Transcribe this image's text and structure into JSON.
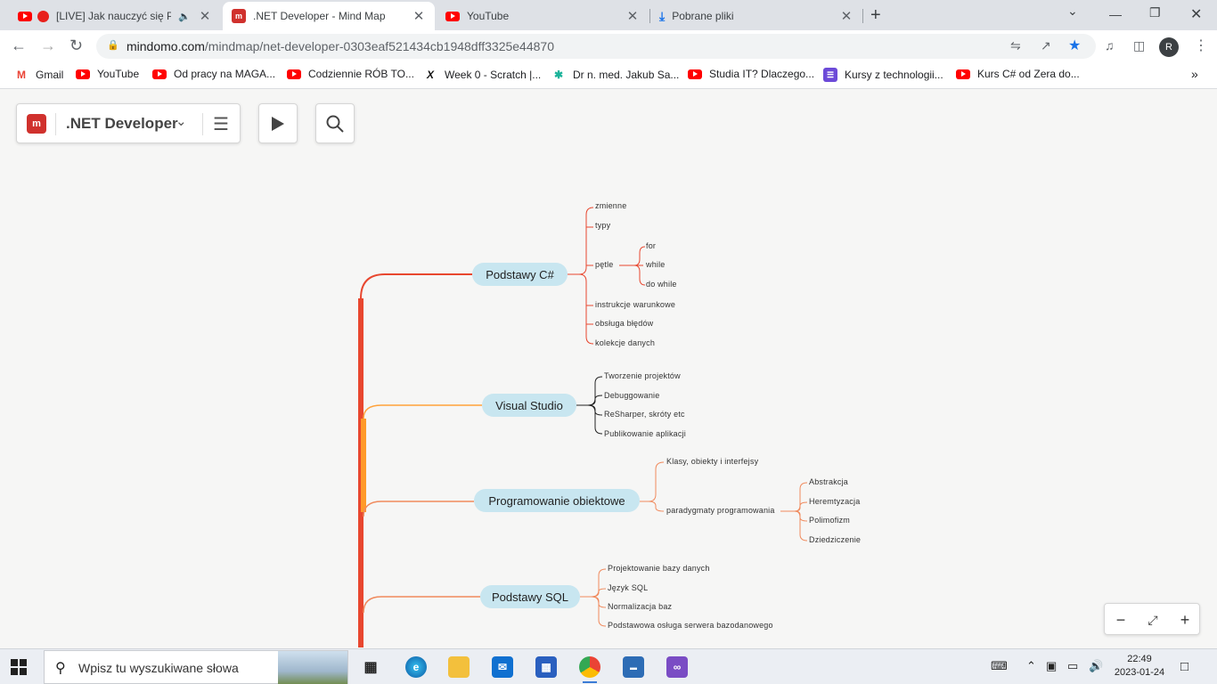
{
  "browser": {
    "tabs": [
      {
        "title": "[LIVE] Jak nauczyć się Pro",
        "icon": "youtube-icon",
        "active": false
      },
      {
        "title": ".NET Developer - Mind Map",
        "icon": "mindomo-icon",
        "active": true
      },
      {
        "title": "YouTube",
        "icon": "youtube-icon",
        "active": false
      },
      {
        "title": "Pobrane pliki",
        "icon": "download-icon",
        "active": false
      }
    ],
    "url_host": "mindomo.com",
    "url_path": "/mindmap/net-developer-0303eaf521434cb1948dff3325e44870",
    "profile_initial": "R",
    "bookmarks": [
      {
        "label": "Gmail",
        "icon": "gmail-icon"
      },
      {
        "label": "YouTube",
        "icon": "youtube-icon"
      },
      {
        "label": "Od pracy na MAGA...",
        "icon": "youtube-icon"
      },
      {
        "label": "Codziennie RÓB TO...",
        "icon": "youtube-icon"
      },
      {
        "label": "Week 0 - Scratch |...",
        "icon": "x-icon"
      },
      {
        "label": "Dr n. med. Jakub Sa...",
        "icon": "leaf-icon"
      },
      {
        "label": "Studia IT? Dlaczego...",
        "icon": "youtube-icon"
      },
      {
        "label": "Kursy z technologii...",
        "icon": "layers-icon"
      },
      {
        "label": "Kurs C# od Zera do...",
        "icon": "youtube-icon"
      }
    ]
  },
  "app": {
    "title": ".NET Developer"
  },
  "mindmap": {
    "topics": [
      {
        "label": "Podstawy C#",
        "color": "#e84a3a",
        "children": [
          "zmienne",
          "typy",
          "pętle",
          "instrukcje warunkowe",
          "obsługa błędów",
          "kolekcje danych"
        ],
        "loops": [
          "for",
          "while",
          "do while"
        ]
      },
      {
        "label": "Visual Studio",
        "color": "#222222",
        "children": [
          "Tworzenie projektów",
          "Debuggowanie",
          "ReSharper, skróty etc",
          "Publikowanie aplikacji"
        ]
      },
      {
        "label": "Programowanie obiektowe",
        "color": "#f08a5d",
        "children": [
          "Klasy, obiekty i interfejsy",
          "paradygmaty programowania"
        ],
        "paradigms": [
          "Abstrakcja",
          "Heremtyzacja",
          "Polimofizm",
          "Dziedziczenie"
        ]
      },
      {
        "label": "Podstawy SQL",
        "color": "#f08a5d",
        "children": [
          "Projektowanie bazy danych",
          "Język SQL",
          "Normalizacja baz",
          "Podstawowa osługa serwera bazodanowego"
        ]
      }
    ]
  },
  "taskbar": {
    "search_placeholder": "Wpisz tu wyszukiwane słowa",
    "time": "22:49",
    "date": "2023-01-24"
  }
}
